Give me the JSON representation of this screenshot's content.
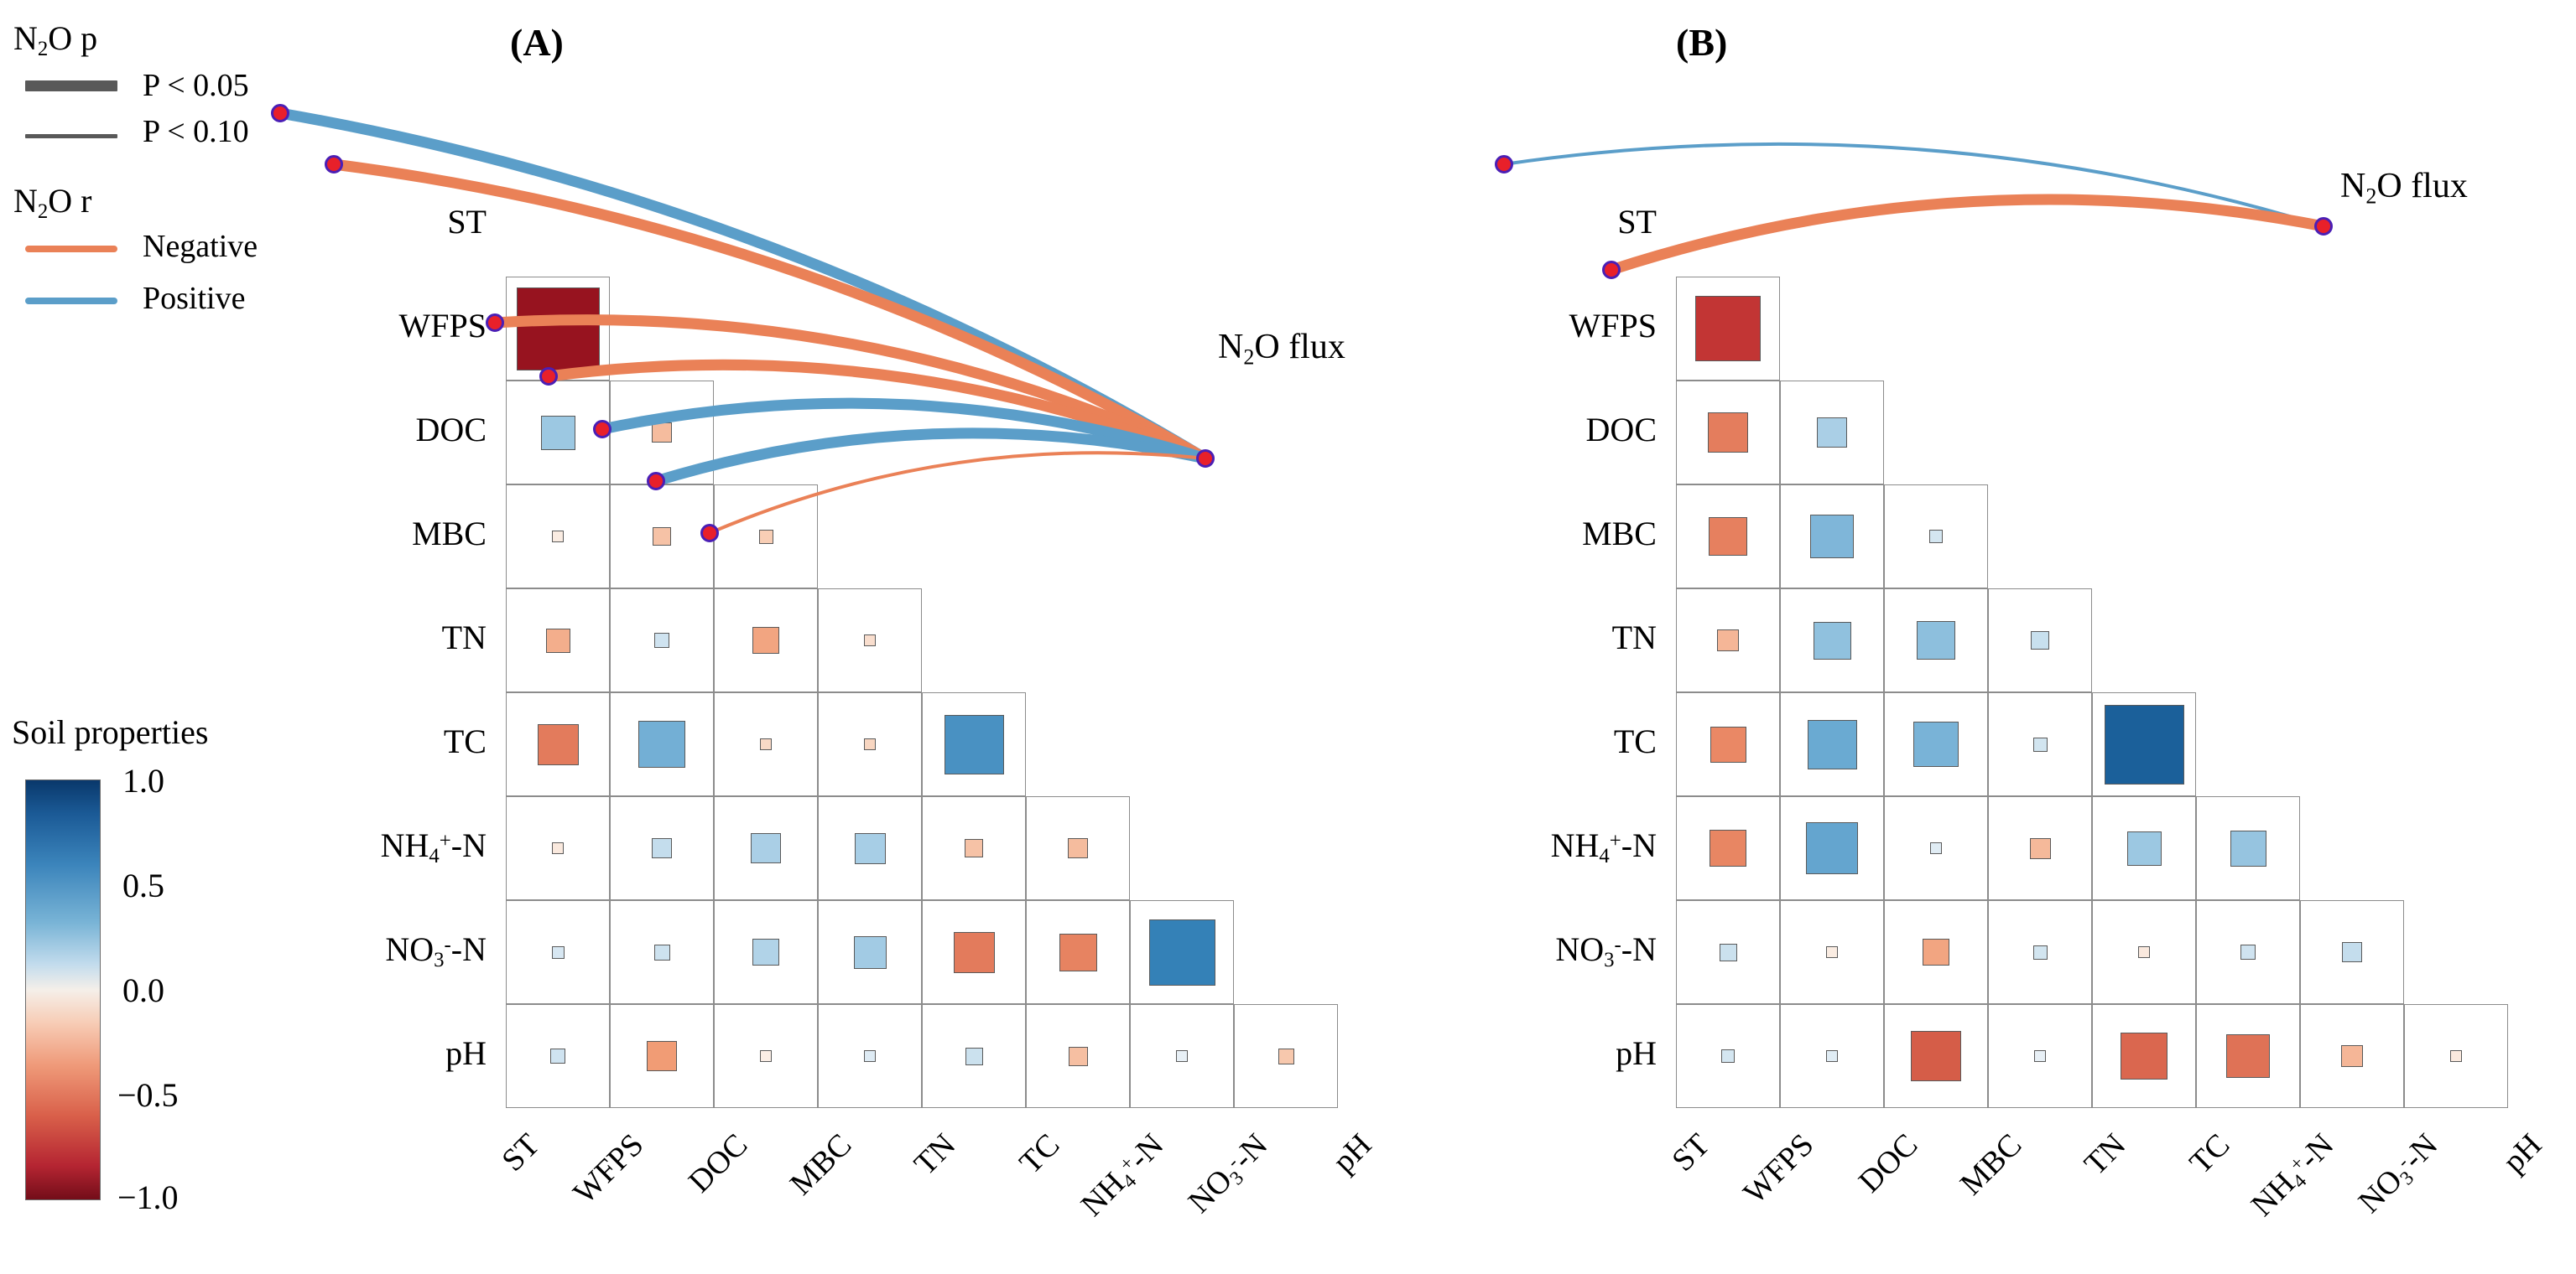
{
  "legend": {
    "p_title": "N2O p",
    "p_items": [
      {
        "label": "P < 0.05",
        "style": "thick"
      },
      {
        "label": "P < 0.10",
        "style": "thin"
      }
    ],
    "r_title": "N2O r",
    "r_items": [
      {
        "label": "Negative",
        "color": "#ea8157"
      },
      {
        "label": "Positive",
        "color": "#5b9ec9"
      }
    ],
    "colorbar_title": "Soil properties",
    "colorbar_ticks": [
      "1.0",
      "0.5",
      "0.0",
      "−0.5",
      "−1.0"
    ],
    "colorbar_range": [
      -1.0,
      1.0
    ]
  },
  "panels": [
    {
      "id": "A",
      "letter": "(A)",
      "flux_label": "N2O flux"
    },
    {
      "id": "B",
      "letter": "(B)",
      "flux_label": "N2O flux"
    }
  ],
  "variables": [
    "ST",
    "WFPS",
    "DOC",
    "MBC",
    "TN",
    "TC",
    "NH4+-N",
    "NO3--N",
    "pH"
  ],
  "chart_data": {
    "type": "heatmap",
    "title": "Correlation matrices of soil properties with N2O flux network",
    "xlabel": "",
    "ylabel": "",
    "colorscale": "RdBu",
    "zlim": [
      -1.0,
      1.0
    ],
    "grid": true,
    "legend_position": "left",
    "categories": [
      "ST",
      "WFPS",
      "DOC",
      "MBC",
      "TN",
      "TC",
      "NH4+-N",
      "NO3--N",
      "pH"
    ],
    "panels": [
      {
        "name": "A",
        "note": "Lower-triangular correlation matrix; rows WFPS..pH, columns ST..NO3--N",
        "matrix": [
          {
            "row": "WFPS",
            "values": [
              -0.92
            ]
          },
          {
            "row": "DOC",
            "values": [
              0.38,
              -0.22
            ]
          },
          {
            "row": "MBC",
            "values": [
              -0.05,
              -0.2,
              -0.16
            ]
          },
          {
            "row": "TN",
            "values": [
              -0.27,
              0.17,
              -0.3,
              -0.1
            ]
          },
          {
            "row": "TC",
            "values": [
              -0.45,
              0.52,
              -0.12,
              -0.13,
              0.66
            ]
          },
          {
            "row": "NH4+-N",
            "values": [
              -0.06,
              0.22,
              0.33,
              0.34,
              -0.2,
              -0.22
            ]
          },
          {
            "row": "NO3--N",
            "values": [
              0.14,
              0.18,
              0.3,
              0.36,
              -0.45,
              -0.42,
              0.73
            ]
          },
          {
            "row": "pH",
            "values": [
              0.17,
              -0.33,
              -0.04,
              0.11,
              0.19,
              -0.21,
              0.07,
              -0.18
            ]
          }
        ],
        "network": {
          "hub": "N2O flux",
          "edges": [
            {
              "source": "ST",
              "sign": "Positive",
              "p": "P < 0.05"
            },
            {
              "source": "WFPS",
              "sign": "Negative",
              "p": "P < 0.05"
            },
            {
              "source": "TN",
              "sign": "Negative",
              "p": "P < 0.05"
            },
            {
              "source": "TC",
              "sign": "Negative",
              "p": "P < 0.05"
            },
            {
              "source": "NH4+-N",
              "sign": "Positive",
              "p": "P < 0.05"
            },
            {
              "source": "NO3--N",
              "sign": "Positive",
              "p": "P < 0.05"
            },
            {
              "source": "pH",
              "sign": "Negative",
              "p": "P < 0.10"
            }
          ]
        }
      },
      {
        "name": "B",
        "note": "Lower-triangular correlation matrix; rows WFPS..pH, columns ST..NO3--N",
        "matrix": [
          {
            "row": "WFPS",
            "values": [
              -0.72
            ]
          },
          {
            "row": "DOC",
            "values": [
              -0.44,
              0.33
            ]
          },
          {
            "row": "MBC",
            "values": [
              -0.43,
              0.48,
              0.15
            ]
          },
          {
            "row": "TN",
            "values": [
              -0.24,
              0.42,
              0.43,
              0.2
            ]
          },
          {
            "row": "TC",
            "values": [
              -0.4,
              0.55,
              0.5,
              0.16,
              0.88
            ]
          },
          {
            "row": "NH4+-N",
            "values": [
              -0.41,
              0.57,
              0.1,
              -0.23,
              0.38,
              0.4
            ]
          },
          {
            "row": "NO3--N",
            "values": [
              0.19,
              -0.05,
              -0.3,
              0.16,
              -0.06,
              0.17,
              0.22
            ]
          },
          {
            "row": "pH",
            "values": [
              0.15,
              0.1,
              -0.56,
              0.07,
              -0.52,
              -0.48,
              -0.24,
              -0.06
            ]
          }
        ],
        "network": {
          "hub": "N2O flux",
          "edges": [
            {
              "source": "WFPS",
              "sign": "Positive",
              "p": "P < 0.10"
            },
            {
              "source": "MBC",
              "sign": "Negative",
              "p": "P < 0.05"
            }
          ]
        }
      }
    ]
  }
}
